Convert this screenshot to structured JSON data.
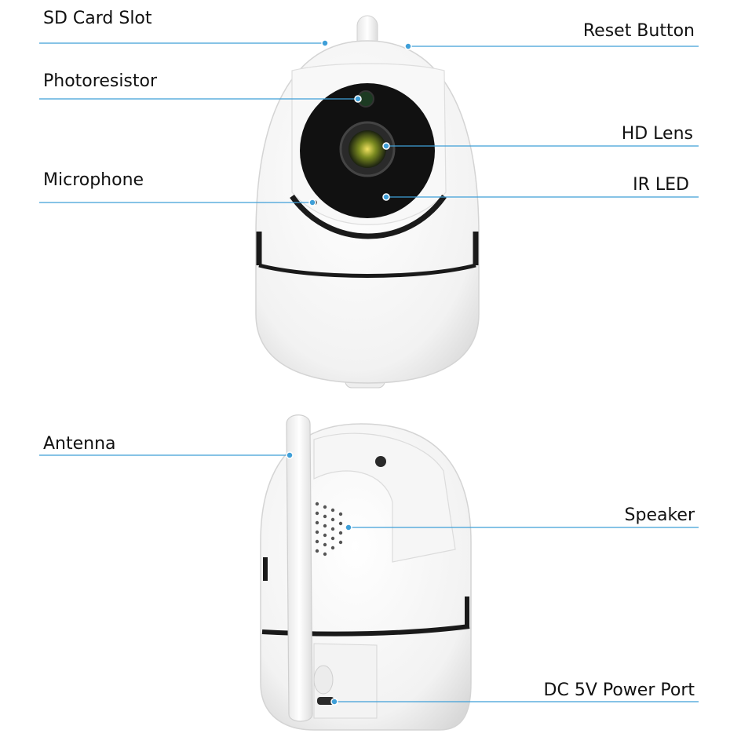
{
  "callouts": {
    "sd_card_slot": "SD Card Slot",
    "reset_button": "Reset Button",
    "photoresistor": "Photoresistor",
    "hd_lens": "HD Lens",
    "microphone": "Microphone",
    "ir_led": "IR LED",
    "antenna": "Antenna",
    "speaker": "Speaker",
    "dc_power_port": "DC 5V Power Port"
  },
  "colors": {
    "leader_line": "#3f9fd8",
    "body": "#ffffff",
    "accent_band": "#1a1a1a"
  }
}
